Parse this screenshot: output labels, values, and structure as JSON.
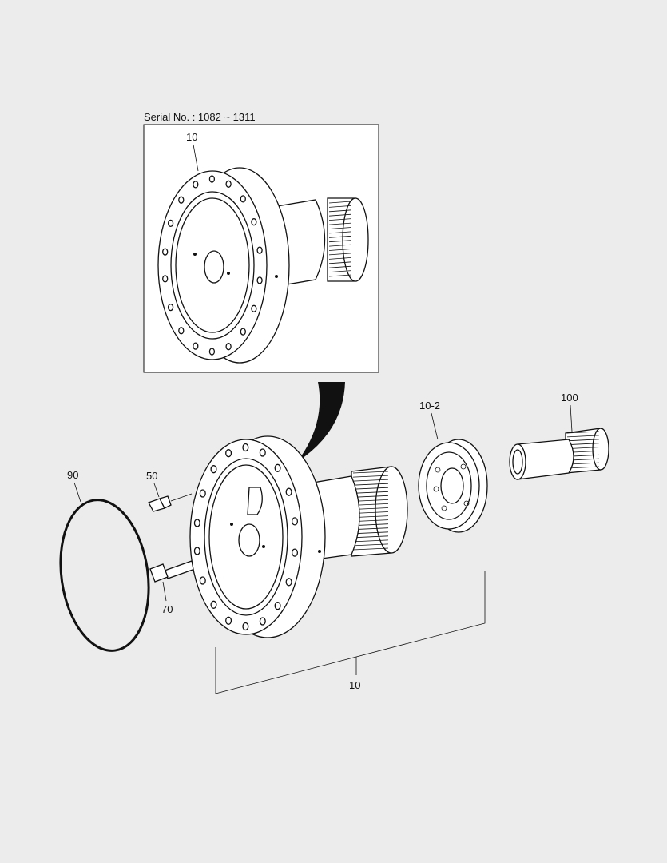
{
  "inset": {
    "serial_label": "Serial No. : 1082 ~ 1311",
    "callout": "10"
  },
  "callouts": {
    "oring": "90",
    "plug": "50",
    "bolt": "70",
    "cover": "10-2",
    "coupling": "100",
    "assembly": "10"
  },
  "colors": {
    "background": "#ececec",
    "line": "#111111",
    "part_fill": "#ffffff"
  }
}
